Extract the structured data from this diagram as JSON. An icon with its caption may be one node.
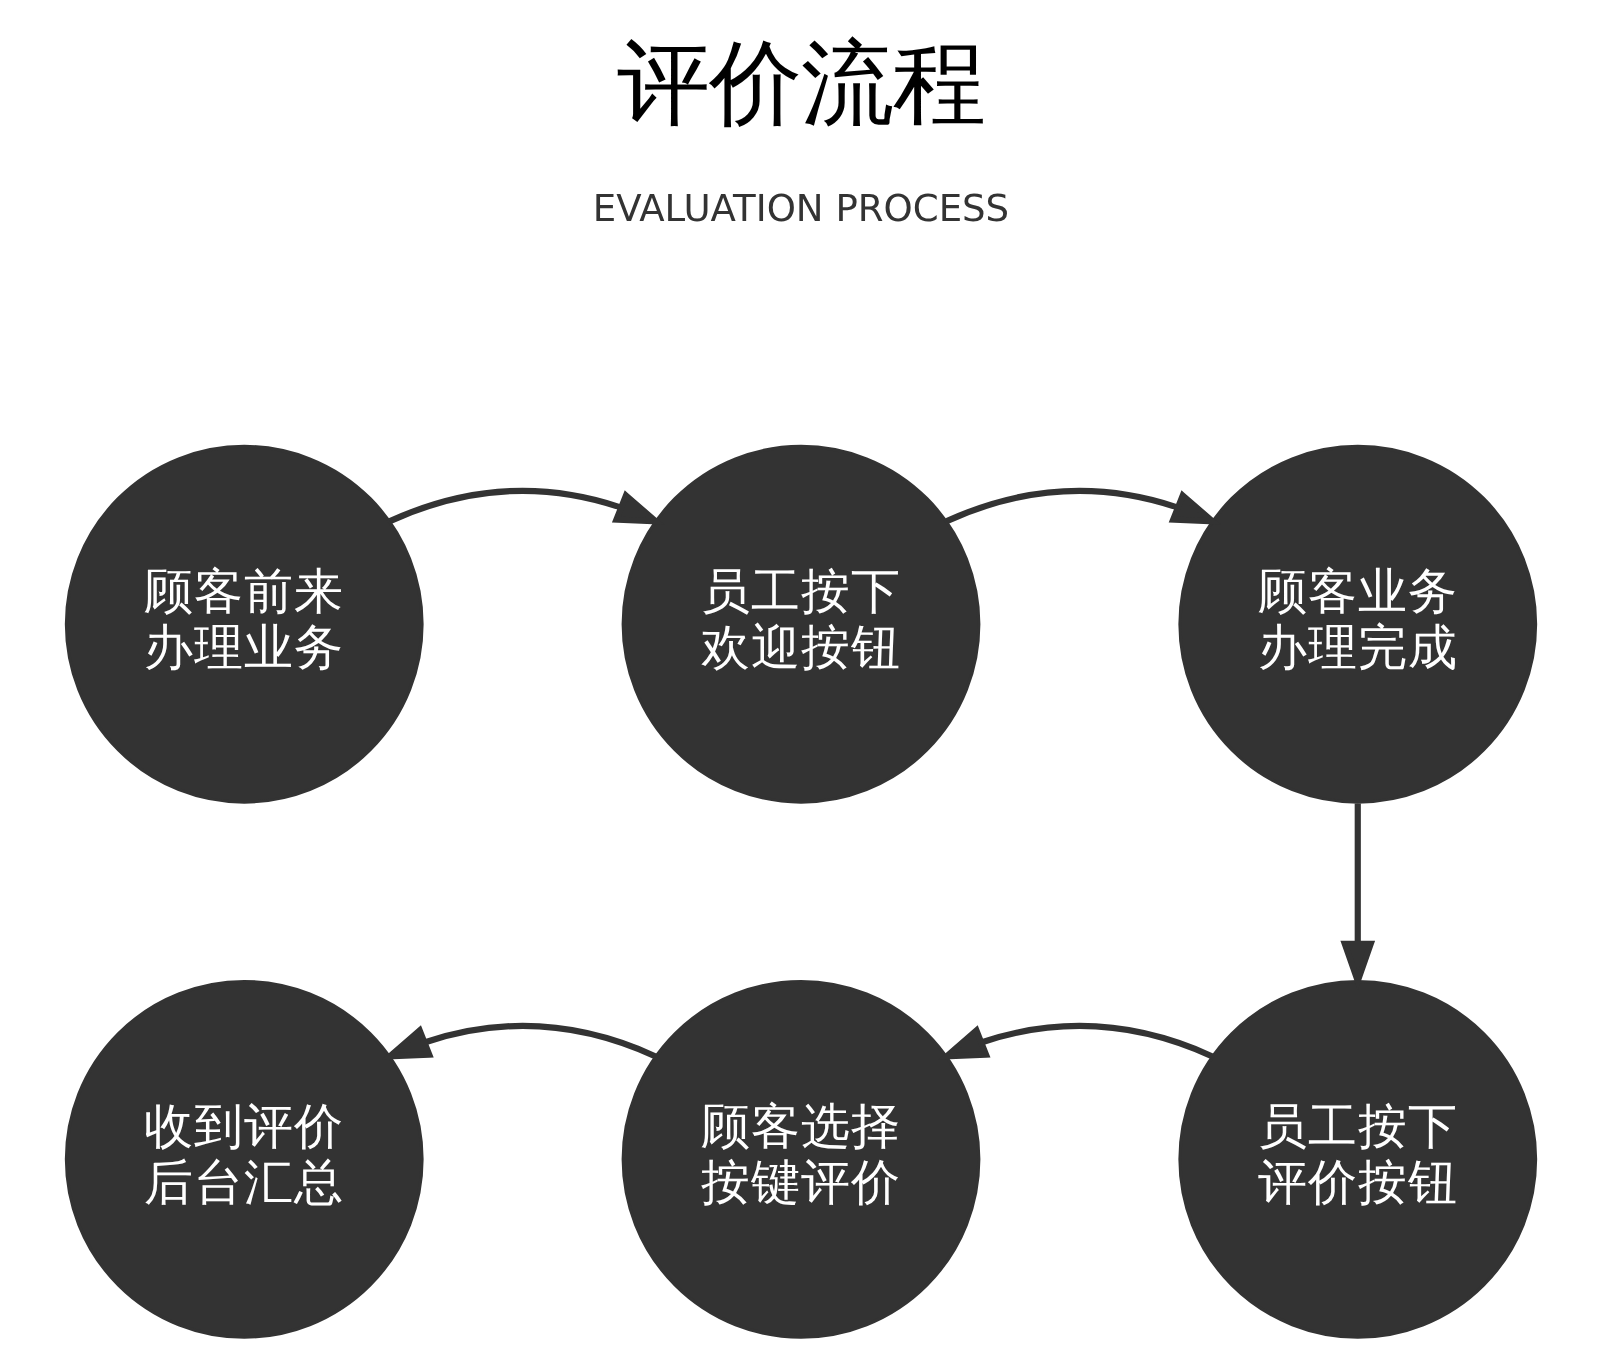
{
  "diagram": {
    "title": "评价流程",
    "nodes": [
      {
        "text": [
          "顾客前来办理业务"
        ]
      },
      {
        "text": [
          "员工按下欢迎按钮"
        ]
      },
      {
        "text": [
          "顾客业务办理完成"
        ]
      },
      {
        "text": [
          "收到评价后台汇总"
        ]
      },
      {
        "text": [
          "顾客选择按键评价"
        ]
      },
      {
        "text": [
          "员工按下评价按钮"
        ]
      }
    ],
    "edges": [
      {
        "from": 0,
        "to": 1,
        "arrow": "to"
      },
      {
        "from": 1,
        "to": 2,
        "arrow": "to"
      },
      {
        "from": 2,
        "to": 5,
        "arrow": "to"
      },
      {
        "from": 5,
        "to": 4,
        "arrow": "to"
      },
      {
        "from": 4,
        "to": 3,
        "arrow": "to"
      }
    ],
    "labels": [
      "EVALUATION PROCESS"
    ]
  }
}
